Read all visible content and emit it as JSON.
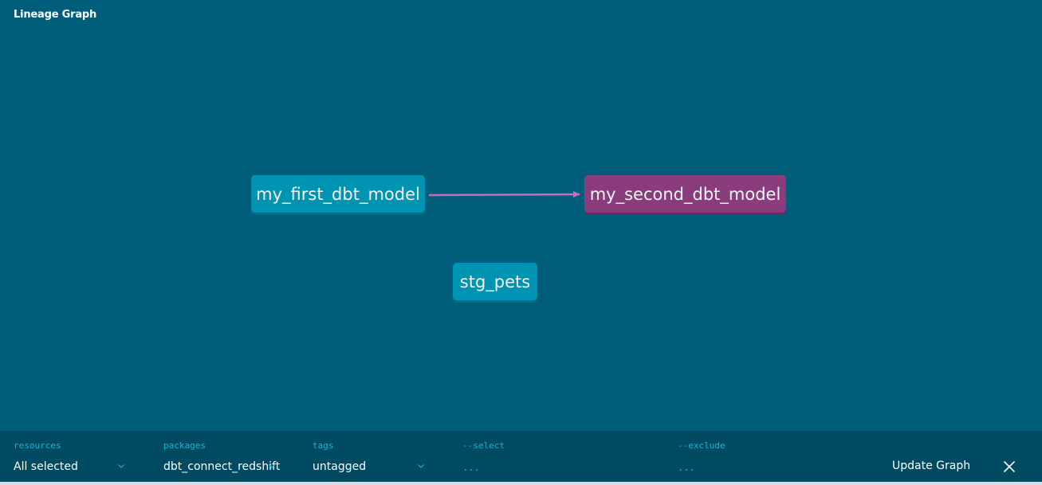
{
  "header": {
    "title": "Lineage Graph"
  },
  "graph": {
    "nodes": [
      {
        "id": "my_first_dbt_model",
        "label": "my_first_dbt_model",
        "state": "default"
      },
      {
        "id": "my_second_dbt_model",
        "label": "my_second_dbt_model",
        "state": "selected"
      },
      {
        "id": "stg_pets",
        "label": "stg_pets",
        "state": "default"
      }
    ],
    "edges": [
      {
        "from": "my_first_dbt_model",
        "to": "my_second_dbt_model"
      }
    ],
    "colors": {
      "background": "#005e7a",
      "node": "#0094b3",
      "selected_node": "#8a3c7c",
      "edge": "#c96bc0"
    }
  },
  "toolbar": {
    "resources": {
      "label": "resources",
      "value": "All selected",
      "icon": "chevron-down-icon"
    },
    "packages": {
      "label": "packages",
      "value": "dbt_connect_redshift",
      "icon": "chevron-down-icon"
    },
    "tags": {
      "label": "tags",
      "value": "untagged",
      "icon": "chevron-down-icon"
    },
    "select": {
      "label": "--select",
      "placeholder": "..."
    },
    "exclude": {
      "label": "--exclude",
      "placeholder": "..."
    },
    "update_label": "Update Graph",
    "close_icon": "close-icon",
    "colors": {
      "background": "#004a62",
      "label": "#13b3d6",
      "text": "#ffffff"
    }
  }
}
